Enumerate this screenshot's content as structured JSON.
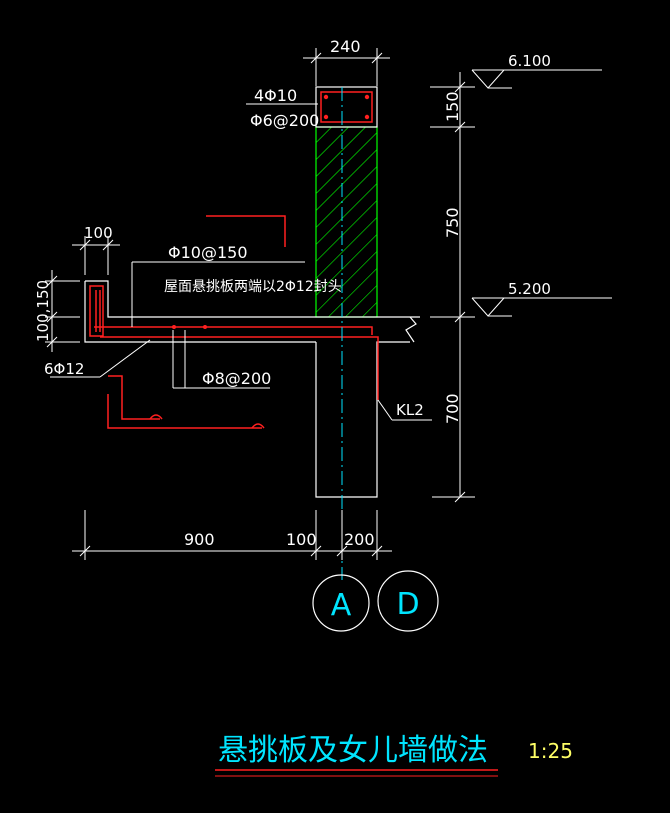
{
  "title": "悬挑板及女儿墙做法",
  "scale": "1:25",
  "axes": [
    "A",
    "D"
  ],
  "elevations": [
    "6.100",
    "5.200"
  ],
  "dimensions": {
    "top_width": "240",
    "vertical": [
      "150",
      "750",
      "700"
    ],
    "left_width": "100",
    "left_height": "100,150",
    "bottom": [
      "900",
      "100",
      "200"
    ]
  },
  "annotations": {
    "top_rebar": "4Φ10",
    "top_stirrup": "Φ6@200",
    "slab_rebar": "Φ10@150",
    "slab_note": "屋面悬挑板两端以2Φ12封头",
    "edge_rebar": "6Φ12",
    "distribution": "Φ8@200",
    "beam": "KL2"
  },
  "colors": {
    "background": "#000000",
    "lines": "#ffffff",
    "rebar": "#ff2020",
    "hatch": "#00ff00",
    "axis": "#00e5ff",
    "title": "#00e5ff",
    "underline": "#ff2020",
    "scale": "#ffff66"
  }
}
